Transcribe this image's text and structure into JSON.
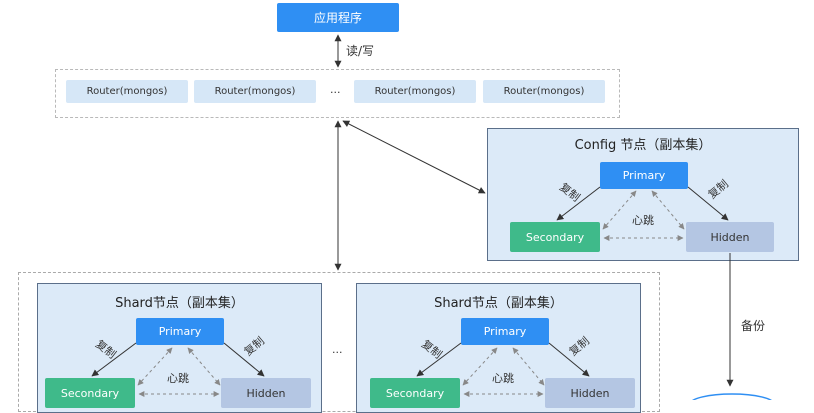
{
  "app_label": "应用程序",
  "rw_label": "读/写",
  "routers": [
    "Router(mongos)",
    "Router(mongos)",
    "Router(mongos)",
    "Router(mongos)"
  ],
  "ellipsis": "···",
  "config": {
    "title": "Config 节点（副本集）",
    "primary": "Primary",
    "secondary": "Secondary",
    "hidden": "Hidden",
    "replicate_left": "复制",
    "replicate_right": "复制",
    "heartbeat": "心跳"
  },
  "shards": [
    {
      "title": "Shard节点（副本集）",
      "primary": "Primary",
      "secondary": "Secondary",
      "hidden": "Hidden",
      "replicate_left": "复制",
      "replicate_right": "复制",
      "heartbeat": "心跳"
    },
    {
      "title": "Shard节点（副本集）",
      "primary": "Primary",
      "secondary": "Secondary",
      "hidden": "Hidden",
      "replicate_left": "复制",
      "replicate_right": "复制",
      "heartbeat": "心跳"
    }
  ],
  "backup_label": "备份",
  "colors": {
    "primary": "#2f8ff3",
    "secondary": "#3fba8a",
    "hidden": "#b4c6e3",
    "panel": "#dceaf8"
  }
}
